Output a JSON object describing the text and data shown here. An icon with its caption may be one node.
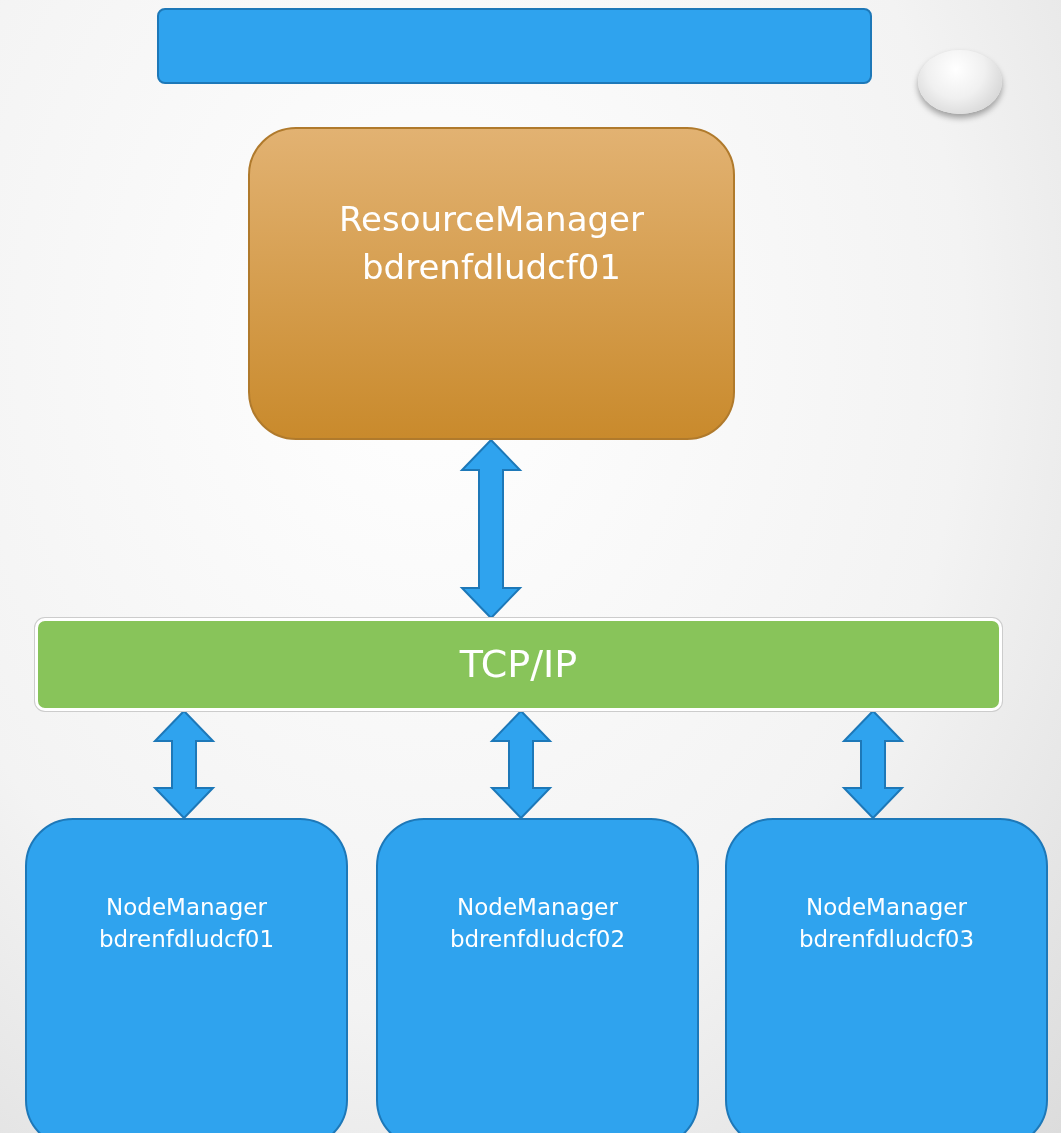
{
  "diagram": {
    "nodes": [
      {
        "text": [],
        "shape": "bar"
      },
      {
        "text": [
          "ResourceManager bdrenfdludcf01"
        ]
      },
      {
        "text": [
          "TCP/IP"
        ]
      },
      {
        "text": [
          "NodeManager bdrenfdludcf01"
        ]
      },
      {
        "text": [
          "NodeManager bdrenfdludcf02"
        ]
      },
      {
        "text": [
          "NodeManager bdrenfdludcf03"
        ]
      },
      {
        "text": [],
        "shape": "circle"
      }
    ],
    "edges": [
      {
        "from": 1,
        "to": 2,
        "arrow": "both",
        "style": "thick"
      },
      {
        "from": 2,
        "to": 3,
        "arrow": "both",
        "style": "thick"
      },
      {
        "from": 2,
        "to": 4,
        "arrow": "both",
        "style": "thick"
      },
      {
        "from": 2,
        "to": 5,
        "arrow": "both",
        "style": "thick"
      }
    ]
  }
}
